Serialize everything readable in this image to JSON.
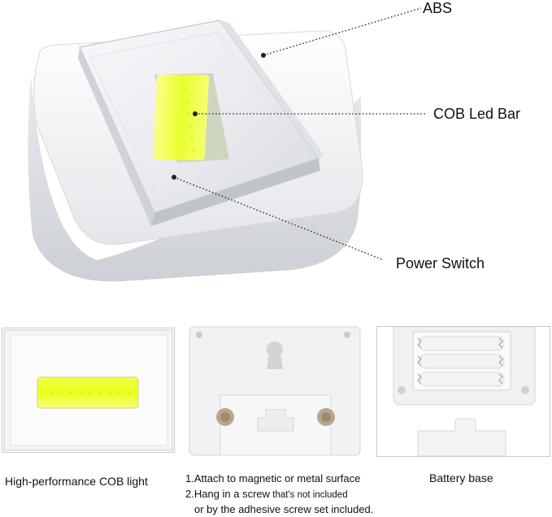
{
  "callouts": {
    "abs": "ABS",
    "cob": "COB Led Bar",
    "power": "Power Switch"
  },
  "panels": {
    "front_caption": "High-performance COB light",
    "back_line1": "1.Attach to magnetic or metal surface",
    "back_line2_main": "2.Hang in a screw",
    "back_line2_small": " that's not included",
    "back_line3": "or by the adhesive screw set included.",
    "battery_caption": "Battery base"
  },
  "colors": {
    "led": "#e6ff3a",
    "housing": "#f3f4f6",
    "outline": "#c9c9c9"
  }
}
